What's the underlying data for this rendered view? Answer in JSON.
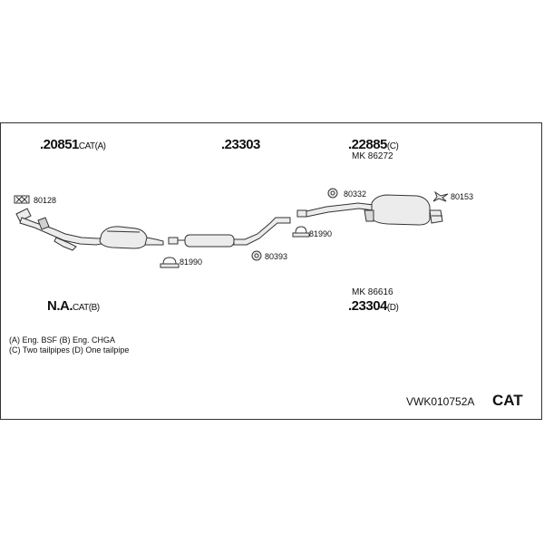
{
  "parts": {
    "p20851": {
      "dot": ".",
      "number": "20851",
      "suffix": "CAT(A)"
    },
    "p23303": {
      "dot": ".",
      "number": "23303"
    },
    "p22885": {
      "dot": ".",
      "number": "22885",
      "suffix": "(C)",
      "mk": "MK  86272"
    },
    "na": {
      "number": "N.A.",
      "suffix": "CAT(B)"
    },
    "p23304": {
      "mk": "MK  86616",
      "dot": ".",
      "number": "23304",
      "suffix": "(D)"
    }
  },
  "small_parts": {
    "s80128": "80128",
    "s80332": "80332",
    "s80153": "80153",
    "s81990a": "81990",
    "s81990b": "81990",
    "s80393": "80393"
  },
  "notes": {
    "line1": "(A) Eng. BSF (B) Eng. CHGA",
    "line2": "(C) Two tailpipes (D) One tailpipe"
  },
  "footer": {
    "code": "VWK010752A",
    "type": "CAT"
  },
  "icons": [
    "gasket-icon",
    "clamp-icon",
    "rubber-mount-icon",
    "hanger-icon"
  ],
  "colors": {
    "line": "#333333",
    "fill": "#e8e8e8"
  }
}
